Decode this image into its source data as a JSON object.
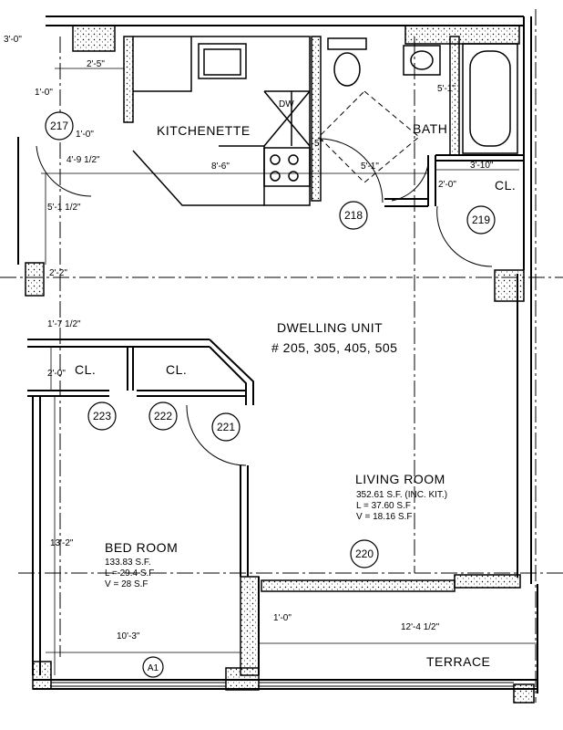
{
  "rooms": {
    "kitchenette": "KITCHENETTE",
    "bath": "BATH",
    "bedroom": "BED ROOM",
    "living": "LIVING ROOM",
    "terrace": "TERRACE",
    "closet_a": "CL.",
    "closet_b": "CL.",
    "closet_c": "CL."
  },
  "appliances": {
    "dishwasher": "DW"
  },
  "unit": {
    "title": "DWELLING UNIT",
    "numbers": "# 205, 305, 405, 505"
  },
  "living_stats": {
    "area": "352.61 S.F. (INC. KIT.)",
    "light": "L = 37.60 S.F",
    "vent": "V = 18.16 S.F"
  },
  "bedroom_stats": {
    "area": "133.83 S.F.",
    "light": "L = 29.4 S.F",
    "vent": "V = 28 S.F"
  },
  "tags": {
    "t217": "217",
    "t218": "218",
    "t219": "219",
    "t220": "220",
    "t221": "221",
    "t222": "222",
    "t223": "223",
    "a1": "A1"
  },
  "dimensions": {
    "d_top_left": "3'-0\"",
    "d_2_5": "2'-5\"",
    "d_1_0_a": "1'-0\"",
    "d_1_0_b": "1'-0\"",
    "d_4_9_half": "4'-9 1/2\"",
    "d_8_6": "8'-6\"",
    "d_5_in": "5\"",
    "d_5_1_a": "5'-1\"",
    "d_5_1_b": "5'-1\"",
    "d_3_10": "3'-10\"",
    "d_2_0_a": "2'-0\"",
    "d_5_1_half": "5'-1 1/2\"",
    "d_2_2": "2'-2\"",
    "d_1_7_half": "1'-7 1/2\"",
    "d_2_0_b": "2'-0\"",
    "d_13_2": "13'-2\"",
    "d_10_3": "10'-3\"",
    "d_1_0_c": "1'-0\"",
    "d_12_4_half": "12'-4 1/2\""
  }
}
